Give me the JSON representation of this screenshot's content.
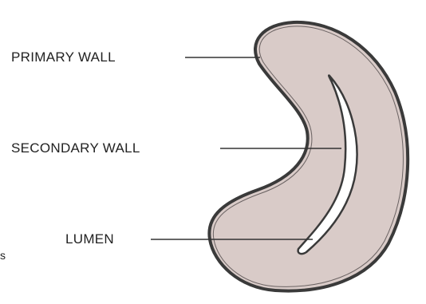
{
  "diagram": {
    "labels": {
      "primary_wall": "PRIMARY WALL",
      "secondary_wall": "SECONDARY WALL",
      "lumen": "LUMEN"
    },
    "edge_mark": "s"
  },
  "colors": {
    "wall_fill": "#d9cbc8",
    "outline": "#3a3a3a",
    "lumen_fill": "#ffffff",
    "text": "#222222",
    "leader_line": "#333333"
  }
}
